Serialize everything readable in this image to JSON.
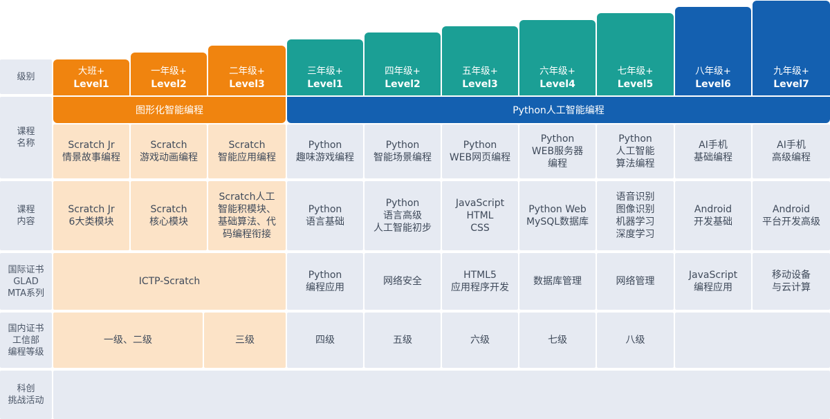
{
  "row_labels": {
    "level": "级别",
    "course_name": [
      "课程",
      "名称"
    ],
    "course_content": [
      "课程",
      "内容"
    ],
    "intl_cert": [
      "国际证书",
      "GLAD",
      "MTA系列"
    ],
    "domestic_cert": [
      "国内证书",
      "工信部",
      "编程等级"
    ],
    "competition": [
      "科创",
      "挑战活动"
    ]
  },
  "levels": [
    {
      "grade": "大班+",
      "level": "Level1"
    },
    {
      "grade": "一年级+",
      "level": "Level2"
    },
    {
      "grade": "二年级+",
      "level": "Level3"
    },
    {
      "grade": "三年级+",
      "level": "Level1"
    },
    {
      "grade": "四年级+",
      "level": "Level2"
    },
    {
      "grade": "五年级+",
      "level": "Level3"
    },
    {
      "grade": "六年级+",
      "level": "Level4"
    },
    {
      "grade": "七年级+",
      "level": "Level5"
    },
    {
      "grade": "八年级+",
      "level": "Level6"
    },
    {
      "grade": "九年级+",
      "level": "Level7"
    }
  ],
  "tracks": {
    "graphical": "图形化智能编程",
    "python": "Python人工智能编程"
  },
  "course_names": [
    [
      "Scratch Jr",
      "情景故事编程"
    ],
    [
      "Scratch",
      "游戏动画编程"
    ],
    [
      "Scratch",
      "智能应用编程"
    ],
    [
      "Python",
      "趣味游戏编程"
    ],
    [
      "Python",
      "智能场景编程"
    ],
    [
      "Python",
      "WEB网页编程"
    ],
    [
      "Python",
      "WEB服务器",
      "编程"
    ],
    [
      "Python",
      "人工智能",
      "算法编程"
    ],
    [
      "AI手机",
      "基础编程"
    ],
    [
      "AI手机",
      "高级编程"
    ]
  ],
  "course_contents": [
    [
      "Scratch Jr",
      "6大类模块"
    ],
    [
      "Scratch",
      "核心模块"
    ],
    [
      "Scratch人工",
      "智能积模块、",
      "基础算法、代",
      "码编程衔接"
    ],
    [
      "Python",
      "语言基础"
    ],
    [
      "Python",
      "语言高级",
      "人工智能初步"
    ],
    [
      "JavaScript",
      "HTML",
      "CSS"
    ],
    [
      "Python Web",
      "MySQL数据库"
    ],
    [
      "语音识别",
      "图像识别",
      "机器学习",
      "深度学习"
    ],
    [
      "Android",
      "开发基础"
    ],
    [
      "Android",
      "平台开发高级"
    ]
  ],
  "intl_certs": {
    "scratch": "ICTP-Scratch",
    "cols": [
      [
        "Python",
        "编程应用"
      ],
      [
        "网络安全"
      ],
      [
        "HTML5",
        "应用程序开发"
      ],
      [
        "数据库管理"
      ],
      [
        "网络管理"
      ],
      [
        "JavaScript",
        "编程应用"
      ],
      [
        "移动设备",
        "与云计算"
      ]
    ]
  },
  "domestic_certs": {
    "level12": "一级、二级",
    "level3": "三级",
    "cols": [
      "四级",
      "五级",
      "六级",
      "七级",
      "八级"
    ]
  },
  "colors": {
    "orange": "#f0840f",
    "teal": "#1b9f95",
    "blue": "#1460b0",
    "peach": "#fce3c7",
    "gray": "#e6eaf2"
  }
}
